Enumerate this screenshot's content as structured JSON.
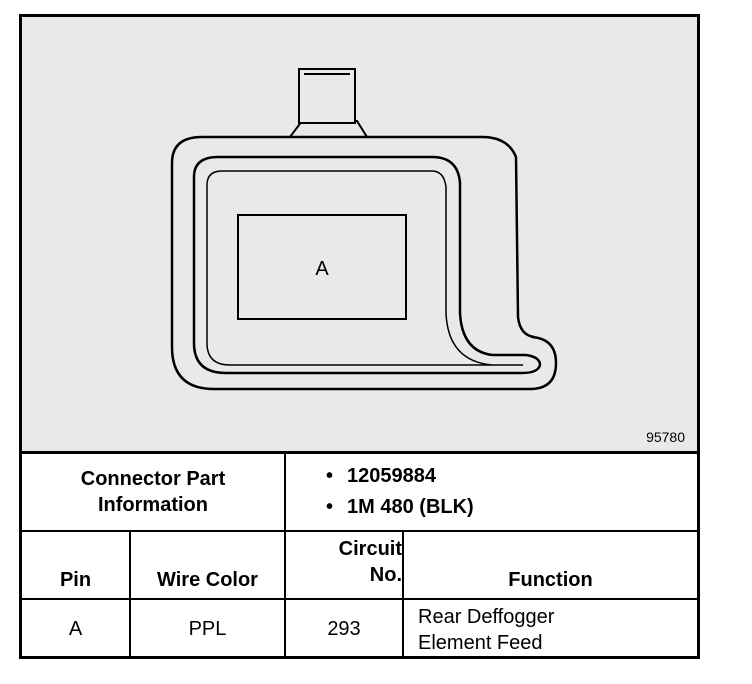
{
  "diagram": {
    "pin_label": "A",
    "figure_number": "95780"
  },
  "connector_info": {
    "label_line1": "Connector Part",
    "label_line2": "Information",
    "part_numbers": [
      "12059884",
      "1M 480 (BLK)"
    ]
  },
  "table": {
    "headers": {
      "pin": "Pin",
      "wire_color": "Wire Color",
      "circuit_line1": "Circuit",
      "circuit_line2": "No.",
      "function": "Function"
    },
    "rows": [
      {
        "pin": "A",
        "wire_color": "PPL",
        "circuit": "293",
        "function_line1": "Rear Deffogger",
        "function_line2": "Element Feed"
      }
    ]
  }
}
